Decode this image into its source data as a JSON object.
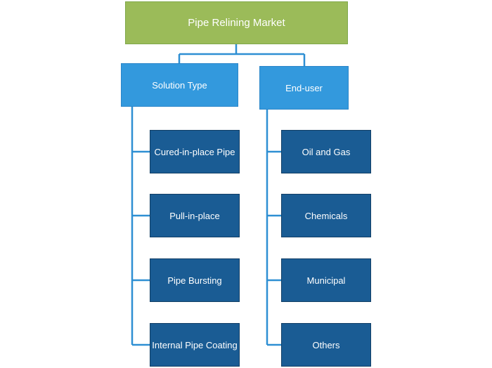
{
  "colors": {
    "root": "#9bbb59",
    "category": "#3399dd",
    "leaf": "#1a5c94",
    "connector": "#2e8fd3"
  },
  "root": {
    "label": "Pipe Relining Market"
  },
  "categories": [
    {
      "label": "Solution Type",
      "items": [
        "Cured-in-place Pipe",
        "Pull-in-place",
        "Pipe Bursting",
        "Internal Pipe Coating"
      ]
    },
    {
      "label": "End-user",
      "items": [
        "Oil and Gas",
        "Chemicals",
        "Municipal",
        "Others"
      ]
    }
  ]
}
